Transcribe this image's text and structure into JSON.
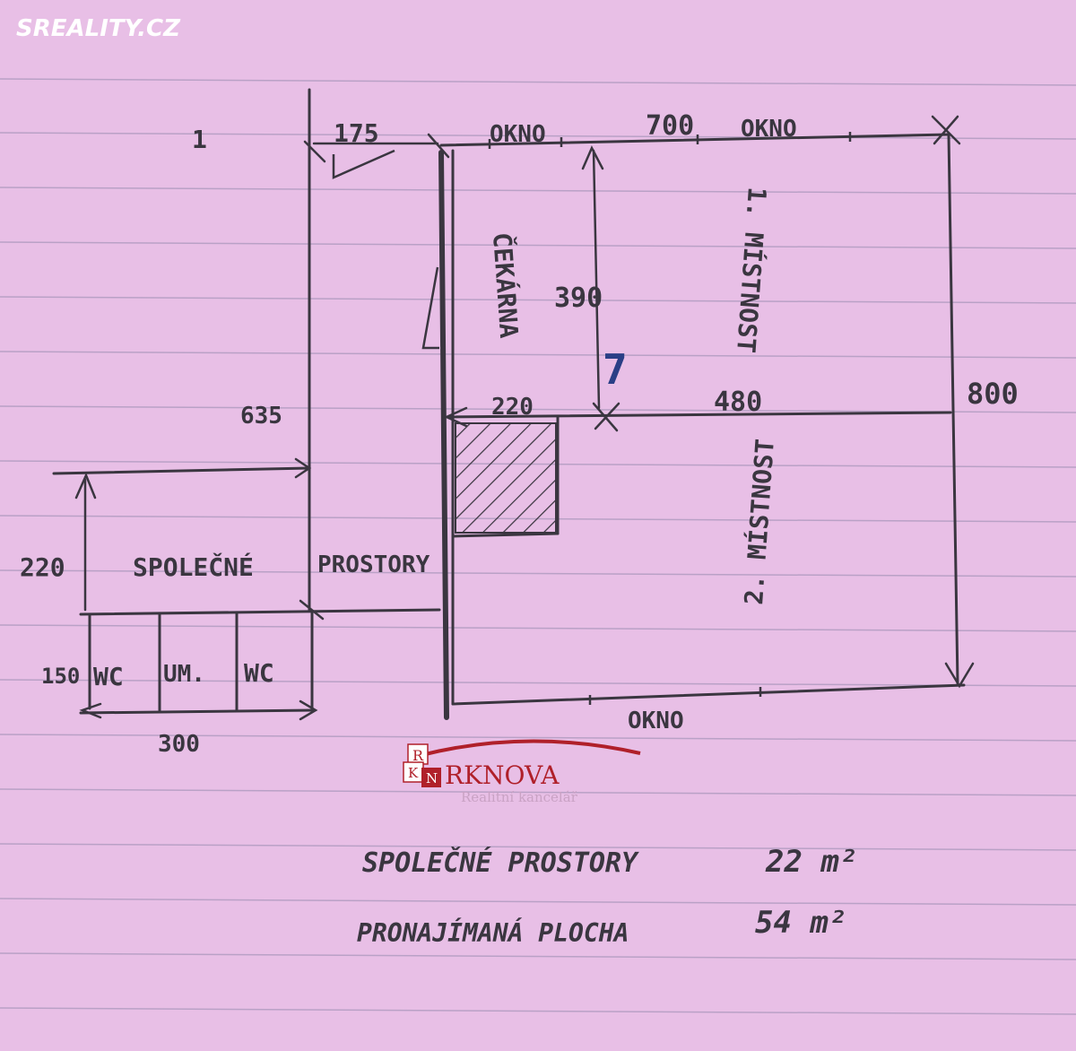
{
  "watermark": "SREALITY.CZ",
  "logo": {
    "brand": "RKNOVA",
    "tagline": "Realitní kancelář",
    "monogram": [
      "R",
      "K",
      "N"
    ],
    "accent_color": "#b0202a"
  },
  "plan": {
    "mark_one": "1",
    "dim_175": "175",
    "window_top_left": "OKNO",
    "dim_700": "700",
    "window_top_right": "OKNO",
    "waiting_room": "ČEKÁRNA",
    "dim_390": "390",
    "room_one": "1. MÍSTNOST",
    "mark_seven": "7",
    "dim_800": "800",
    "dim_635": "635",
    "dim_220_top": "220",
    "dim_480": "480",
    "room_two": "2. MÍSTNOST",
    "dim_220_left": "220",
    "common_word1": "SPOLEČNÉ",
    "common_word2": "PROSTORY",
    "dim_150": "150",
    "wc1": "WC",
    "washroom": "UM.",
    "wc2": "WC",
    "dim_300": "300",
    "window_bottom": "OKNO"
  },
  "summary": {
    "common_label": "SPOLEČNÉ PROSTORY",
    "common_value": "22 m²",
    "rented_label": "PRONAJÍMANÁ PLOCHA",
    "rented_value": "54 m²"
  }
}
